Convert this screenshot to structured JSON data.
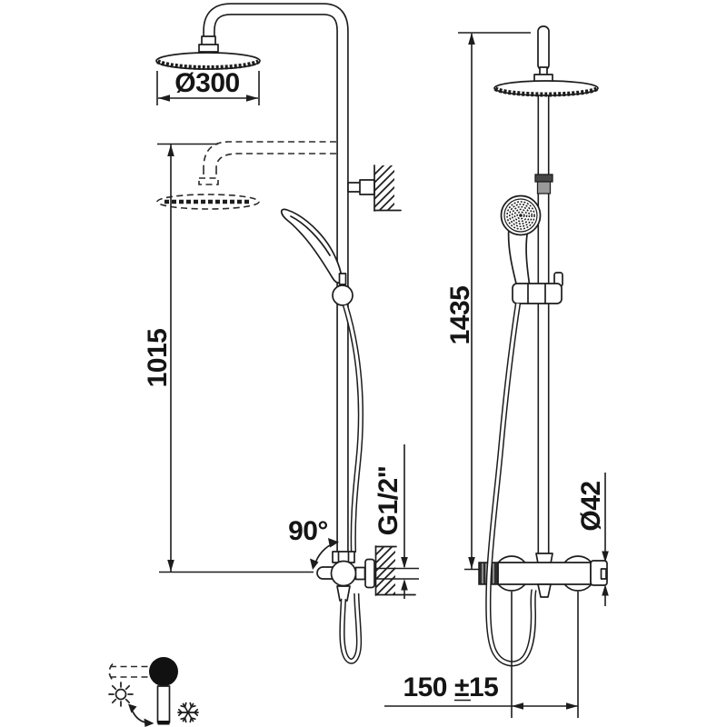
{
  "drawing": {
    "title": "Thermostatic shower column - dimensional technical drawing",
    "background_color": "#ffffff",
    "line_color": "#1d1d1d",
    "views": {
      "front": "front-view",
      "side": "side-view"
    }
  },
  "dimensions": {
    "head_diameter": "Ø300",
    "height_to_arm": "1015",
    "total_height": "1435",
    "wall_connection_thread": "G1/2\"",
    "arm_swivel_angle": "90°",
    "mixer_body_diameter": "Ø42",
    "supply_spacing_value": "150",
    "supply_spacing_tolerance": "±15"
  },
  "pictogram": {
    "meaning": "temperature control knob: rotate between hot and cold",
    "hot_icon": "sun-icon",
    "cold_icon": "snowflake-icon",
    "rotation_icon": "double-headed-arrow"
  }
}
